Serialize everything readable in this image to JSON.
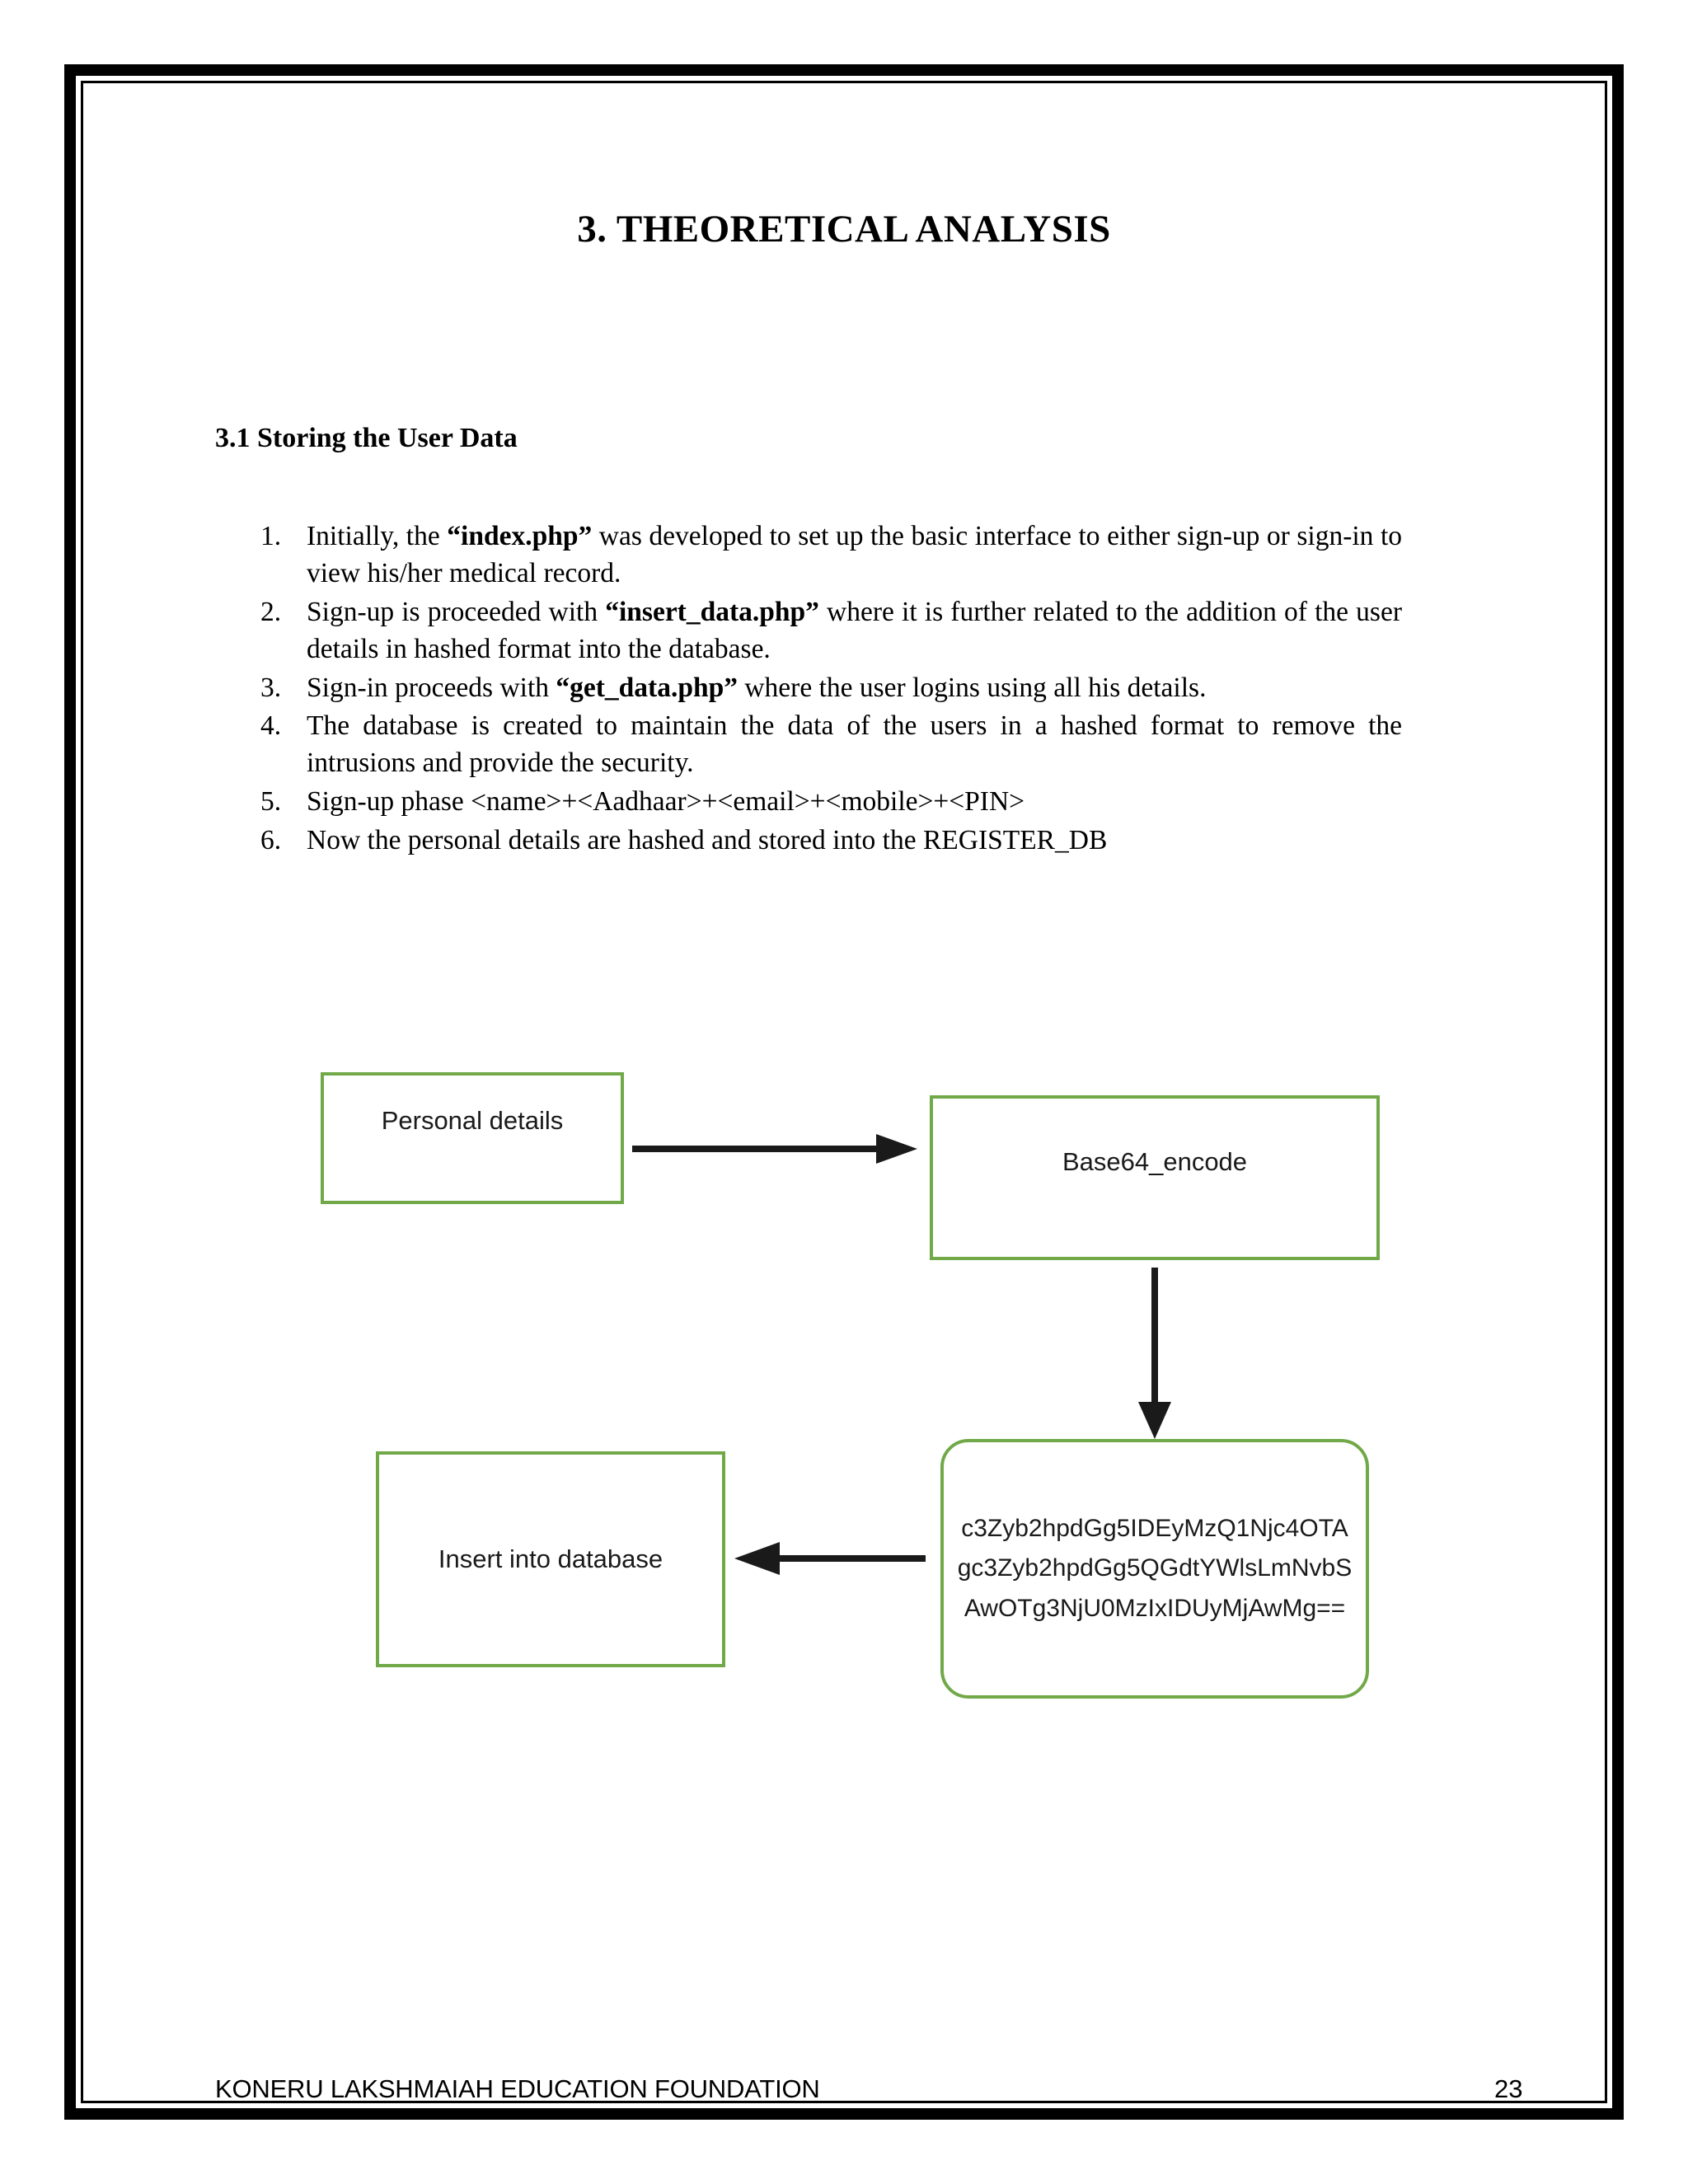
{
  "document": {
    "title": "3. THEORETICAL  ANALYSIS",
    "section_heading": "3.1 Storing the User Data",
    "list": [
      {
        "marker": "1.",
        "parts": [
          {
            "text": "Initially, the ",
            "bold": false
          },
          {
            "text": "“index.php”",
            "bold": true
          },
          {
            "text": " was developed to set up the basic interface to either sign-up or sign-in to view his/her medical record.",
            "bold": false
          }
        ]
      },
      {
        "marker": "2.",
        "parts": [
          {
            "text": "Sign-up is proceeded with ",
            "bold": false
          },
          {
            "text": "“insert_data.php”",
            "bold": true
          },
          {
            "text": " where it is further related to the addition of the user details in hashed format into the database.",
            "bold": false
          }
        ]
      },
      {
        "marker": "3.",
        "parts": [
          {
            "text": "Sign-in proceeds with ",
            "bold": false
          },
          {
            "text": "“get_data.php”",
            "bold": true
          },
          {
            "text": " where the user logins using all his details.",
            "bold": false
          }
        ]
      },
      {
        "marker": "4.",
        "parts": [
          {
            "text": "The database is created to maintain the data of the users in a hashed format to remove the intrusions and provide the security.",
            "bold": false
          }
        ]
      },
      {
        "marker": "5.",
        "parts": [
          {
            "text": "Sign-up phase <name>+<Aadhaar>+<email>+<mobile>+<PIN>",
            "bold": false
          }
        ]
      },
      {
        "marker": "6.",
        "parts": [
          {
            "text": "Now the personal details are hashed and stored into the REGISTER_DB",
            "bold": false
          }
        ]
      }
    ],
    "footer": {
      "organization": "KONERU LAKSHMAIAH EDUCATION FOUNDATION",
      "page_number": "23"
    }
  },
  "diagram": {
    "border_color": "#71a949",
    "arrow_color": "#1a1a1a",
    "nodes": {
      "personal_details": "Personal details",
      "base64_encode": "Base64_encode",
      "encoded_string": "c3Zyb2hpdGg5IDEyMzQ1Njc4OTAgc3Zyb2hpdGg5QGdtYWlsLmNvbSAwOTg3NjU0MzIxIDUyMjAwMg==",
      "insert_into_database": "Insert into database"
    },
    "arrows": [
      {
        "name": "arrow-personal-to-encode",
        "direction": "right"
      },
      {
        "name": "arrow-encode-to-encoded",
        "direction": "down"
      },
      {
        "name": "arrow-encoded-to-insert",
        "direction": "left"
      }
    ]
  }
}
